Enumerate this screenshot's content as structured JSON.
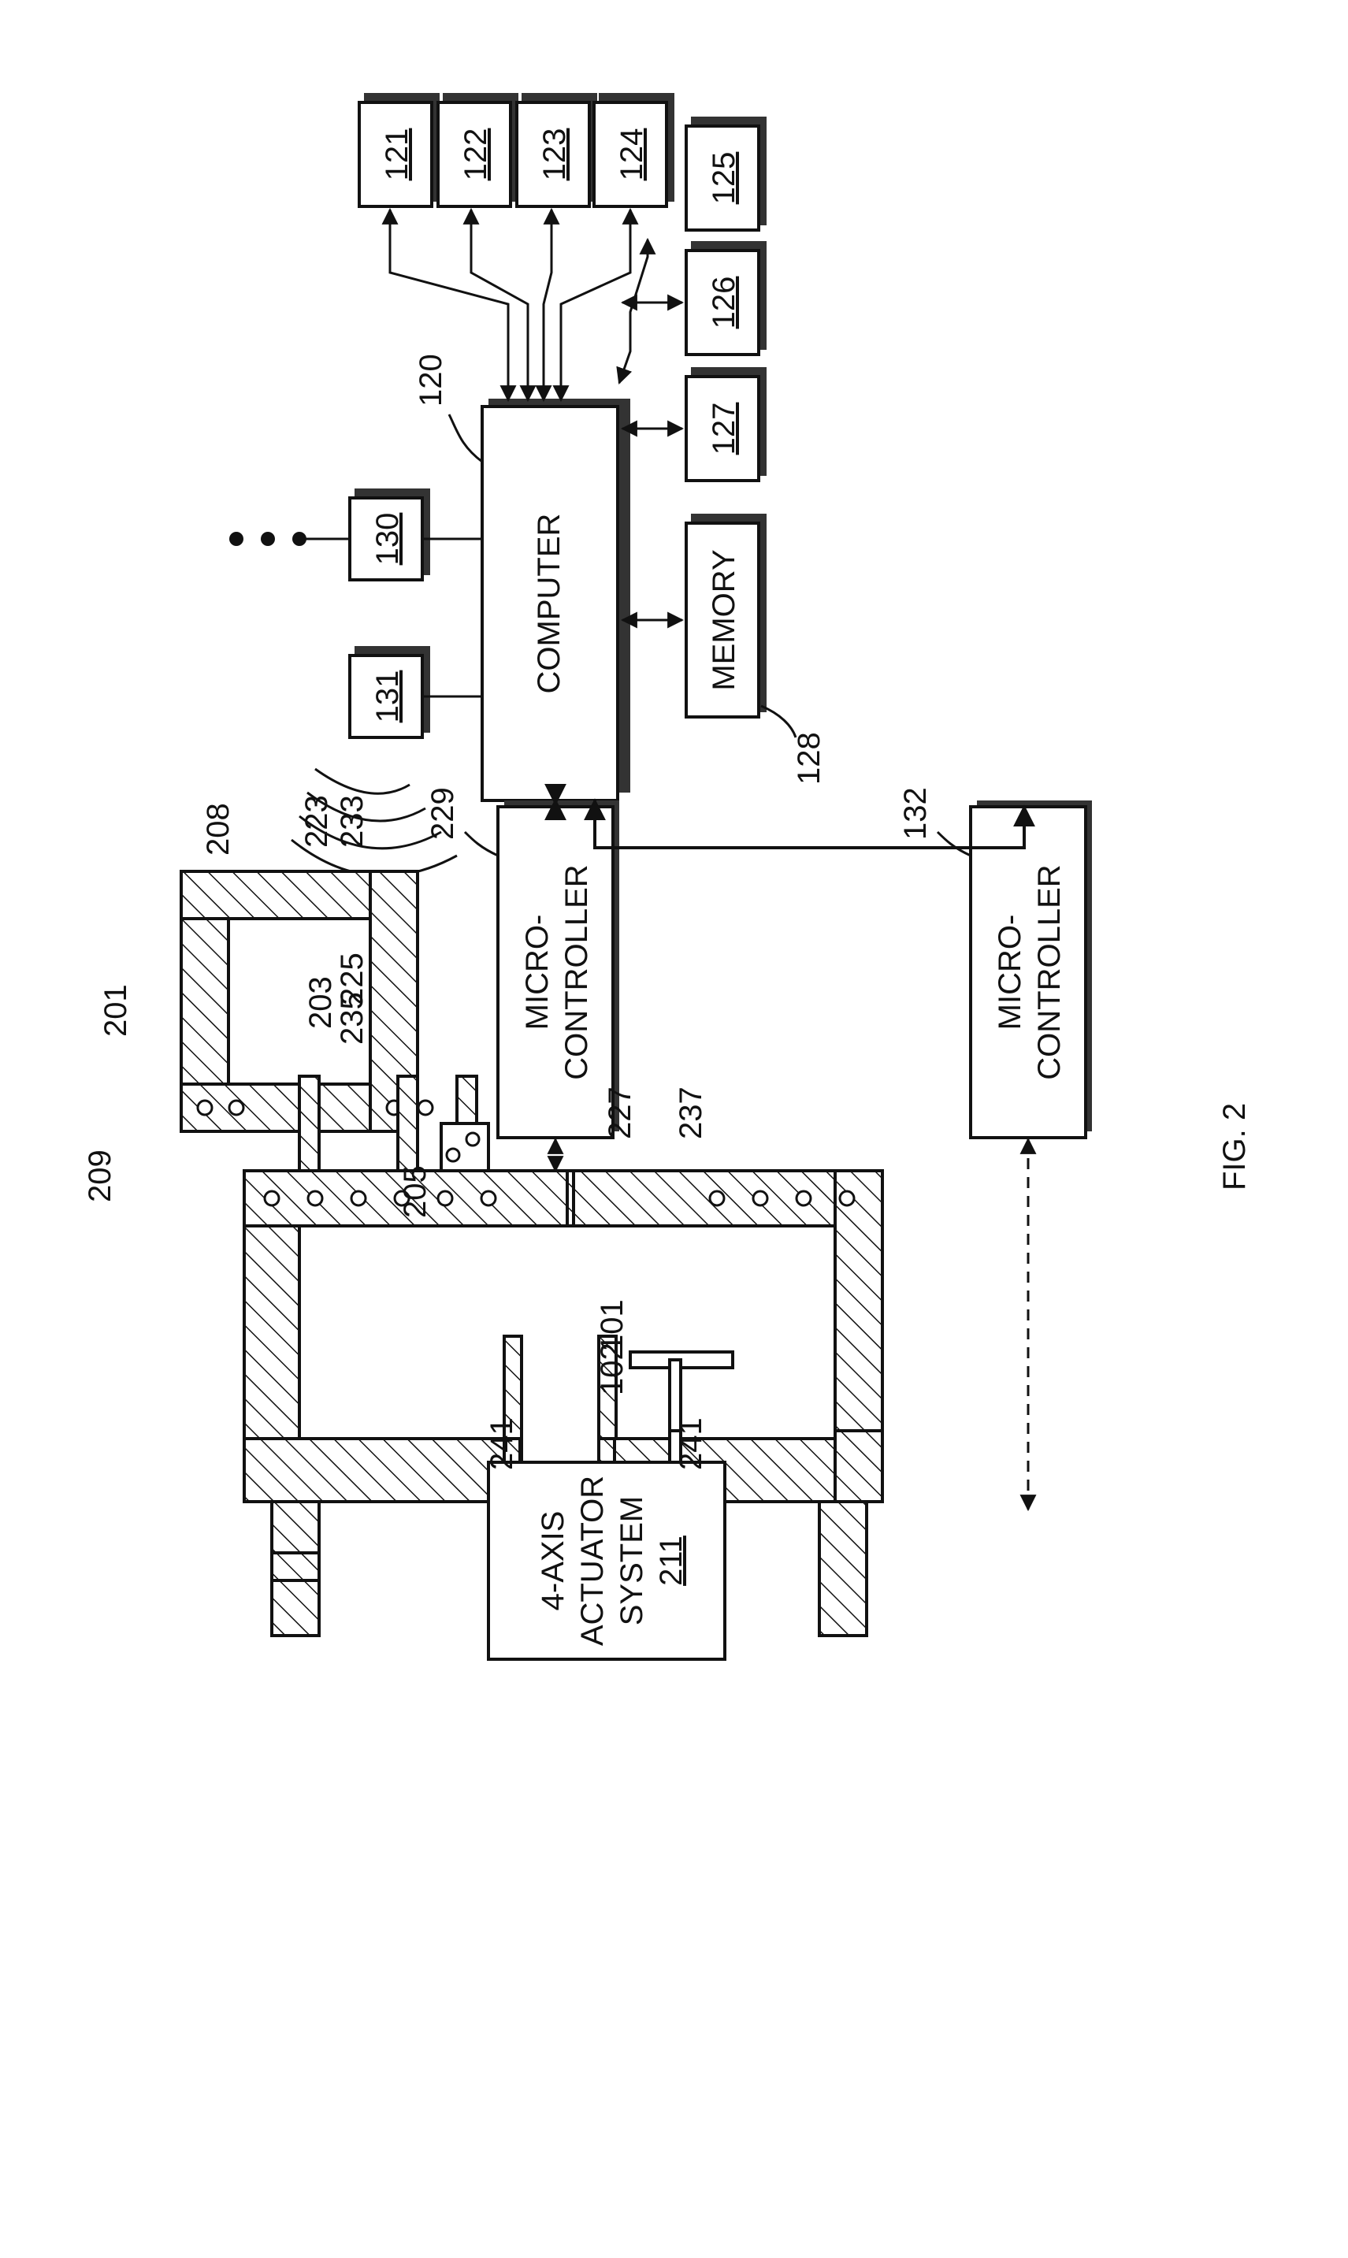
{
  "figure_label": "FIG. 2",
  "computer": {
    "label": "COMPUTER",
    "ref": "120"
  },
  "memory": {
    "label": "MEMORY",
    "ref": "128"
  },
  "peripherals": [
    {
      "id": "121",
      "label": "121"
    },
    {
      "id": "122",
      "label": "122"
    },
    {
      "id": "123",
      "label": "123"
    },
    {
      "id": "124",
      "label": "124"
    },
    {
      "id": "125",
      "label": "125"
    },
    {
      "id": "126",
      "label": "126"
    },
    {
      "id": "127",
      "label": "127"
    },
    {
      "id": "130",
      "label": "130"
    },
    {
      "id": "131",
      "label": "131"
    }
  ],
  "microcontroller_229": {
    "line1": "MICRO-",
    "line2": "CONTROLLER",
    "ref": "229"
  },
  "microcontroller_132": {
    "line1": "MICRO-",
    "line2": "CONTROLLER",
    "ref": "132"
  },
  "actuator": {
    "line1": "4-AXIS",
    "line2": "ACTUATOR",
    "line3": "SYSTEM",
    "ref": "211"
  },
  "refs": {
    "r101": "101",
    "r102": "102",
    "r201": "201",
    "r203": "203",
    "r205": "205",
    "r208": "208",
    "r209": "209",
    "r223": "223",
    "r225": "225",
    "r227": "227",
    "r233": "233",
    "r235": "235",
    "r237": "237",
    "r241a": "241",
    "r241b": "241"
  }
}
